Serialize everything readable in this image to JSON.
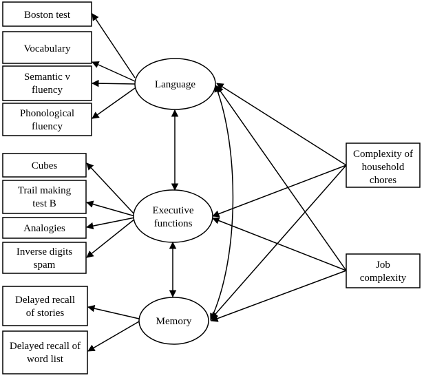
{
  "indicators": {
    "boston": [
      "Boston test"
    ],
    "vocabulary": [
      "Vocabulary"
    ],
    "semantic": [
      "Semantic v",
      "fluency"
    ],
    "phonological": [
      "Phonological",
      "fluency"
    ],
    "cubes": [
      "Cubes"
    ],
    "trail": [
      "Trail making",
      "test B"
    ],
    "analogies": [
      "Analogies"
    ],
    "inverse": [
      "Inverse digits",
      "spam"
    ],
    "stories": [
      "Delayed recall",
      "of stories"
    ],
    "wordlist": [
      "Delayed recall of",
      "word list"
    ]
  },
  "latents": {
    "language": [
      "Language"
    ],
    "executive": [
      "Executive",
      "functions"
    ],
    "memory": [
      "Memory"
    ]
  },
  "predictors": {
    "chores": [
      "Complexity of",
      "household",
      "chores"
    ],
    "job": [
      "Job",
      "complexity"
    ]
  }
}
